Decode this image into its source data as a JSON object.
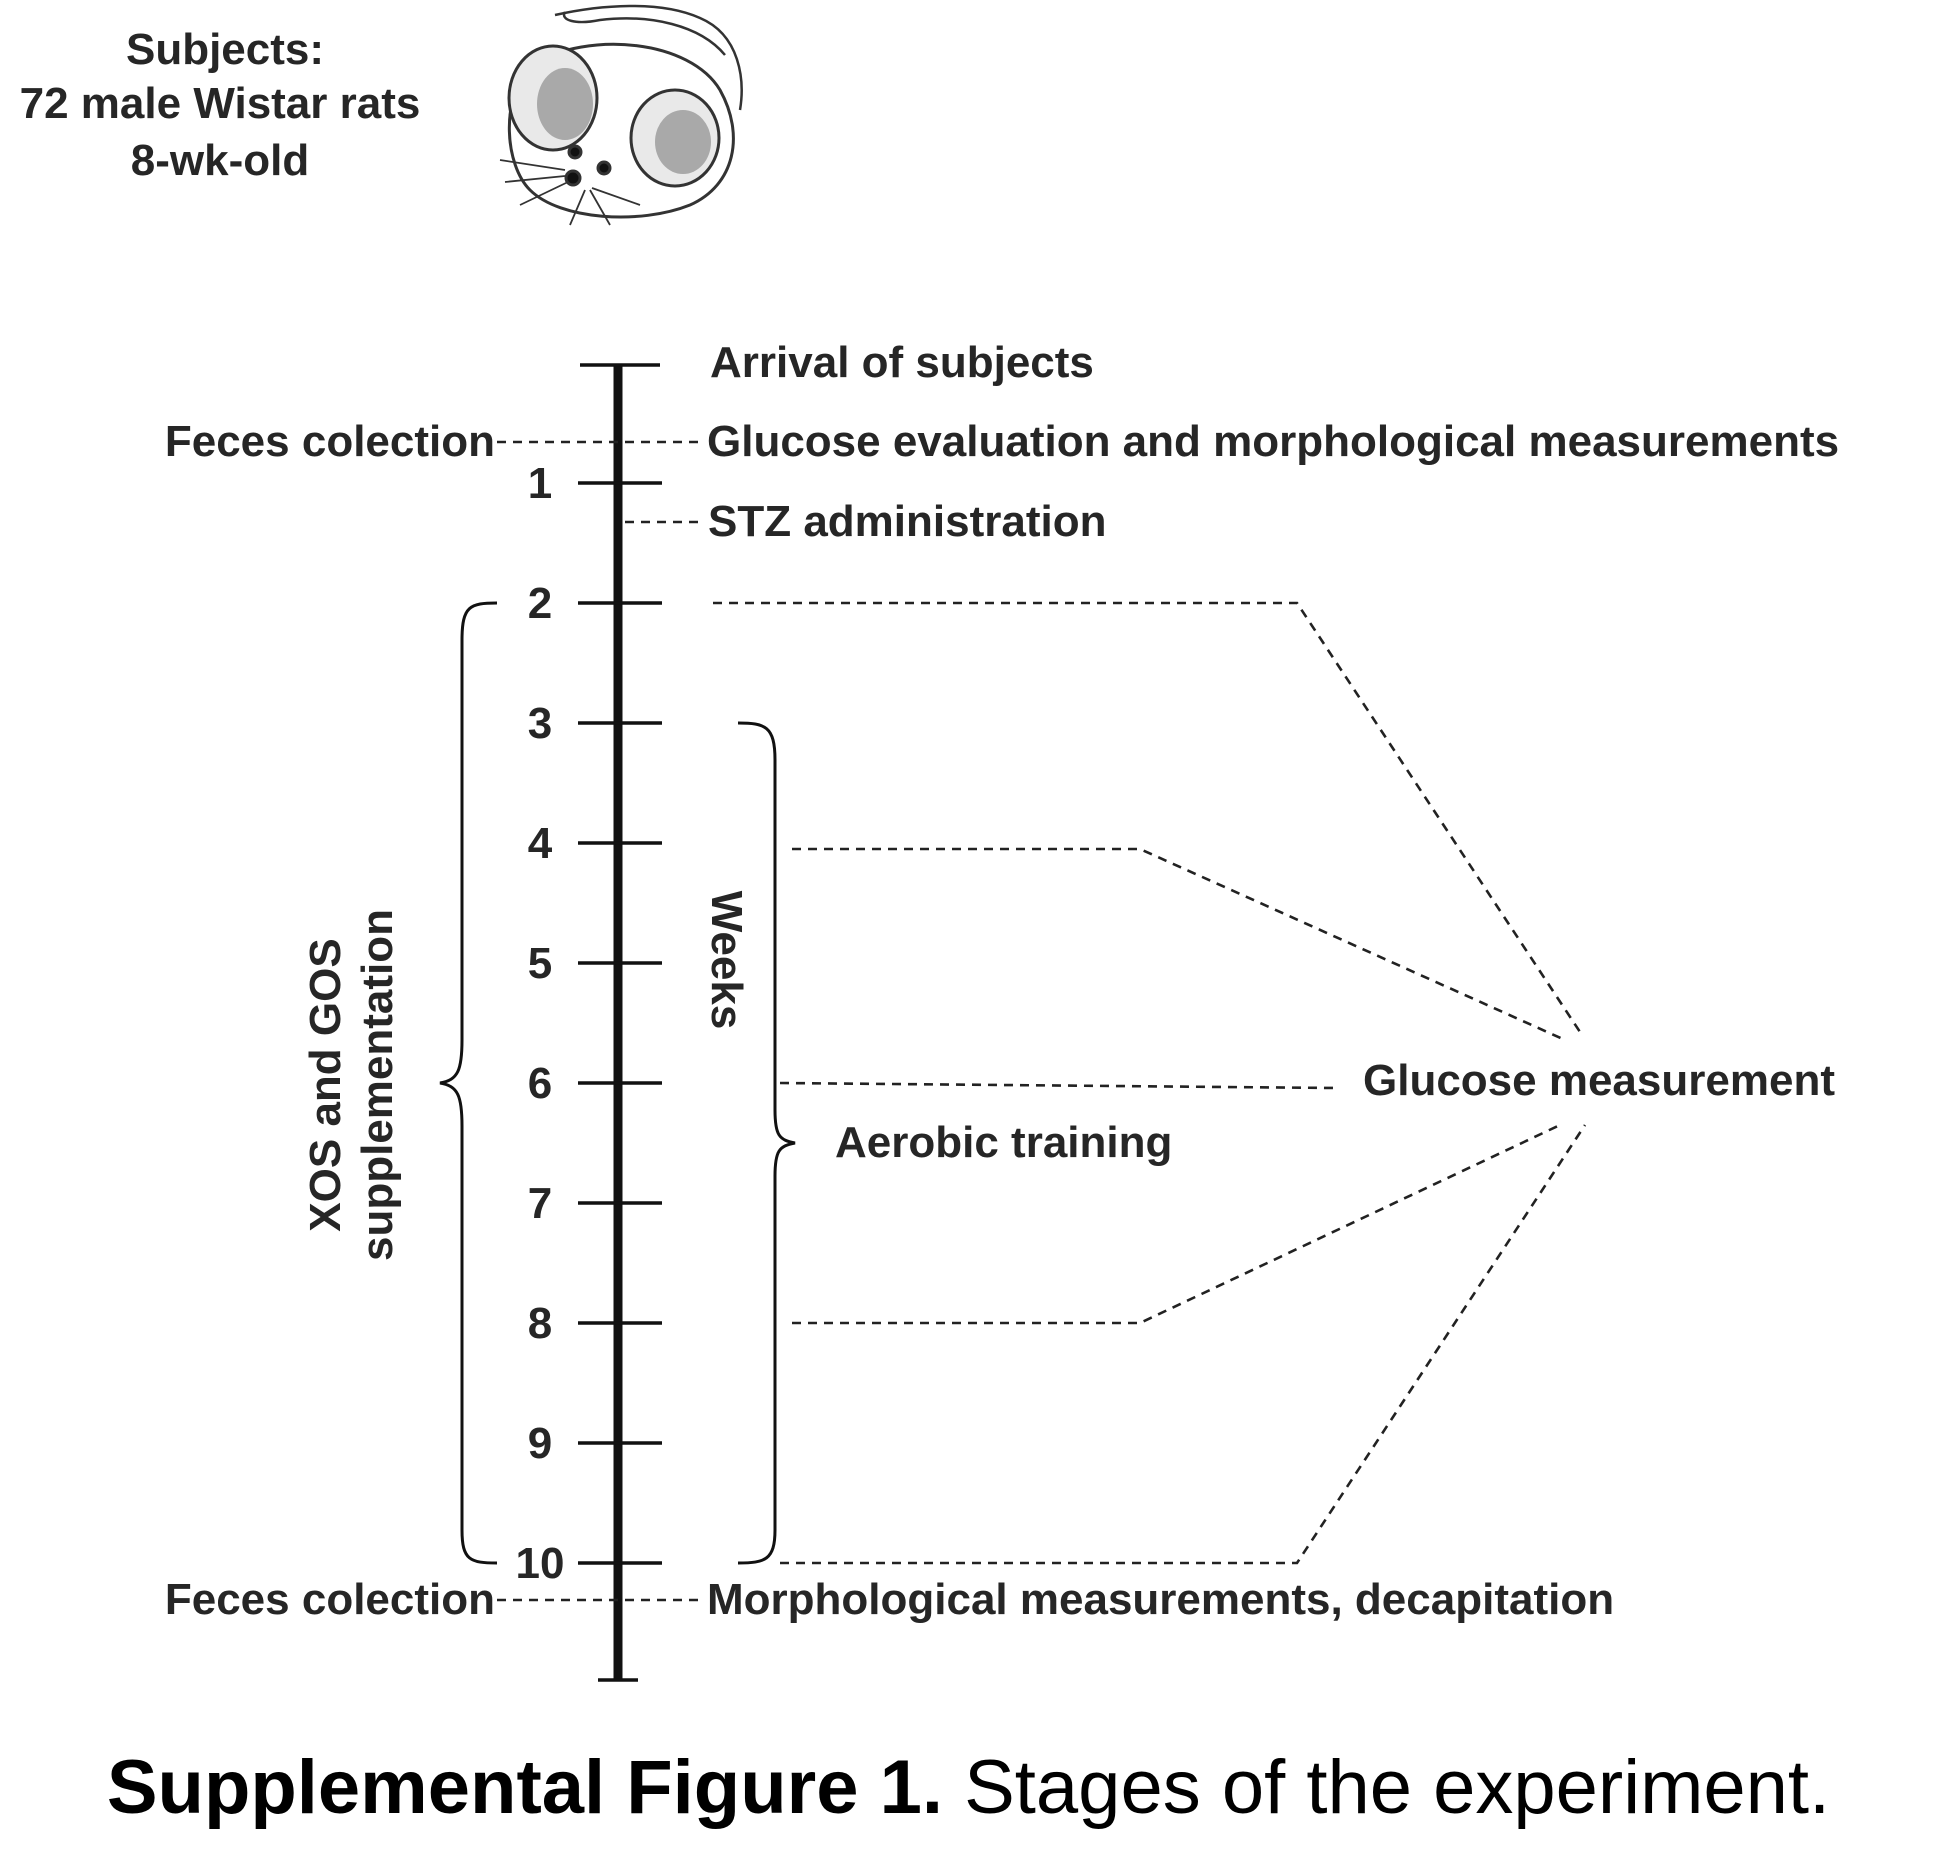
{
  "subjects": {
    "heading": "Subjects:",
    "line1": "72 male Wistar rats",
    "line2": "8-wk-old",
    "image_icon": "mouse-icon"
  },
  "timeline": {
    "axis_label": "Weeks",
    "ticks": [
      "1",
      "2",
      "3",
      "4",
      "5",
      "6",
      "7",
      "8",
      "9",
      "10"
    ],
    "events": {
      "arrival": "Arrival of subjects",
      "feces_start": "Feces colection",
      "glucose_morph": "Glucose evaluation and morphological measurements",
      "stz": "STZ administration",
      "feces_end": "Feces colection",
      "final": "Morphological measurements, decapitation"
    },
    "supplementation_line1": "XOS and GOS",
    "supplementation_line2": "supplementation",
    "training": "Aerobic training",
    "glucose_measurement": "Glucose measurement"
  },
  "caption": {
    "label": "Supplemental Figure 1.",
    "text": " Stages of the experiment."
  }
}
